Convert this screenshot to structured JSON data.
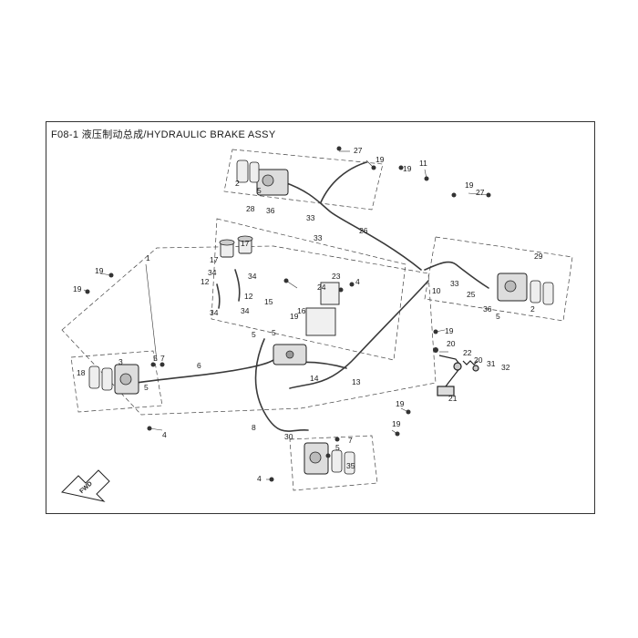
{
  "title": "F08-1 液压制动总成/HYDRAULIC BRAKE ASSY",
  "direction_label": "FWD",
  "callouts": [
    {
      "id": "c27a",
      "label": "27"
    },
    {
      "id": "c19a",
      "label": "19"
    },
    {
      "id": "c19b",
      "label": "19"
    },
    {
      "id": "c11",
      "label": "11"
    },
    {
      "id": "c19c",
      "label": "19"
    },
    {
      "id": "c27b",
      "label": "27"
    },
    {
      "id": "c2a",
      "label": "2"
    },
    {
      "id": "c5a",
      "label": "5"
    },
    {
      "id": "c28",
      "label": "28"
    },
    {
      "id": "c36a",
      "label": "36"
    },
    {
      "id": "c33a",
      "label": "33"
    },
    {
      "id": "c33b",
      "label": "33"
    },
    {
      "id": "c26",
      "label": "26"
    },
    {
      "id": "c29",
      "label": "29"
    },
    {
      "id": "c33c",
      "label": "33"
    },
    {
      "id": "c25",
      "label": "25"
    },
    {
      "id": "c10",
      "label": "10"
    },
    {
      "id": "c36b",
      "label": "36"
    },
    {
      "id": "c2b",
      "label": "2"
    },
    {
      "id": "c5b",
      "label": "5"
    },
    {
      "id": "c1",
      "label": "1"
    },
    {
      "id": "c17a",
      "label": "17"
    },
    {
      "id": "c17b",
      "label": "17"
    },
    {
      "id": "c34a",
      "label": "34"
    },
    {
      "id": "c34b",
      "label": "34"
    },
    {
      "id": "c12a",
      "label": "12"
    },
    {
      "id": "c12b",
      "label": "12"
    },
    {
      "id": "c34c",
      "label": "34"
    },
    {
      "id": "c34d",
      "label": "34"
    },
    {
      "id": "c19d",
      "label": "19"
    },
    {
      "id": "c19e",
      "label": "19"
    },
    {
      "id": "c19f",
      "label": "19"
    },
    {
      "id": "c23",
      "label": "23"
    },
    {
      "id": "c24",
      "label": "24"
    },
    {
      "id": "c4a",
      "label": "4"
    },
    {
      "id": "c15",
      "label": "15"
    },
    {
      "id": "c16",
      "label": "16"
    },
    {
      "id": "c5c",
      "label": "5"
    },
    {
      "id": "c5d",
      "label": "5"
    },
    {
      "id": "c19g",
      "label": "19"
    },
    {
      "id": "c20a",
      "label": "20"
    },
    {
      "id": "c22",
      "label": "22"
    },
    {
      "id": "c20b",
      "label": "20"
    },
    {
      "id": "c31",
      "label": "31"
    },
    {
      "id": "c32",
      "label": "32"
    },
    {
      "id": "c21",
      "label": "21"
    },
    {
      "id": "c3",
      "label": "3"
    },
    {
      "id": "c5e",
      "label": "5"
    },
    {
      "id": "c7a",
      "label": "7"
    },
    {
      "id": "c18",
      "label": "18"
    },
    {
      "id": "c6",
      "label": "6"
    },
    {
      "id": "c5f",
      "label": "5"
    },
    {
      "id": "c14",
      "label": "14"
    },
    {
      "id": "c13",
      "label": "13"
    },
    {
      "id": "c4b",
      "label": "4"
    },
    {
      "id": "c8",
      "label": "8"
    },
    {
      "id": "c19h",
      "label": "19"
    },
    {
      "id": "c19i",
      "label": "19"
    },
    {
      "id": "c30",
      "label": "30"
    },
    {
      "id": "c7b",
      "label": "7"
    },
    {
      "id": "c5g",
      "label": "5"
    },
    {
      "id": "c35",
      "label": "35"
    },
    {
      "id": "c4c",
      "label": "4"
    }
  ]
}
